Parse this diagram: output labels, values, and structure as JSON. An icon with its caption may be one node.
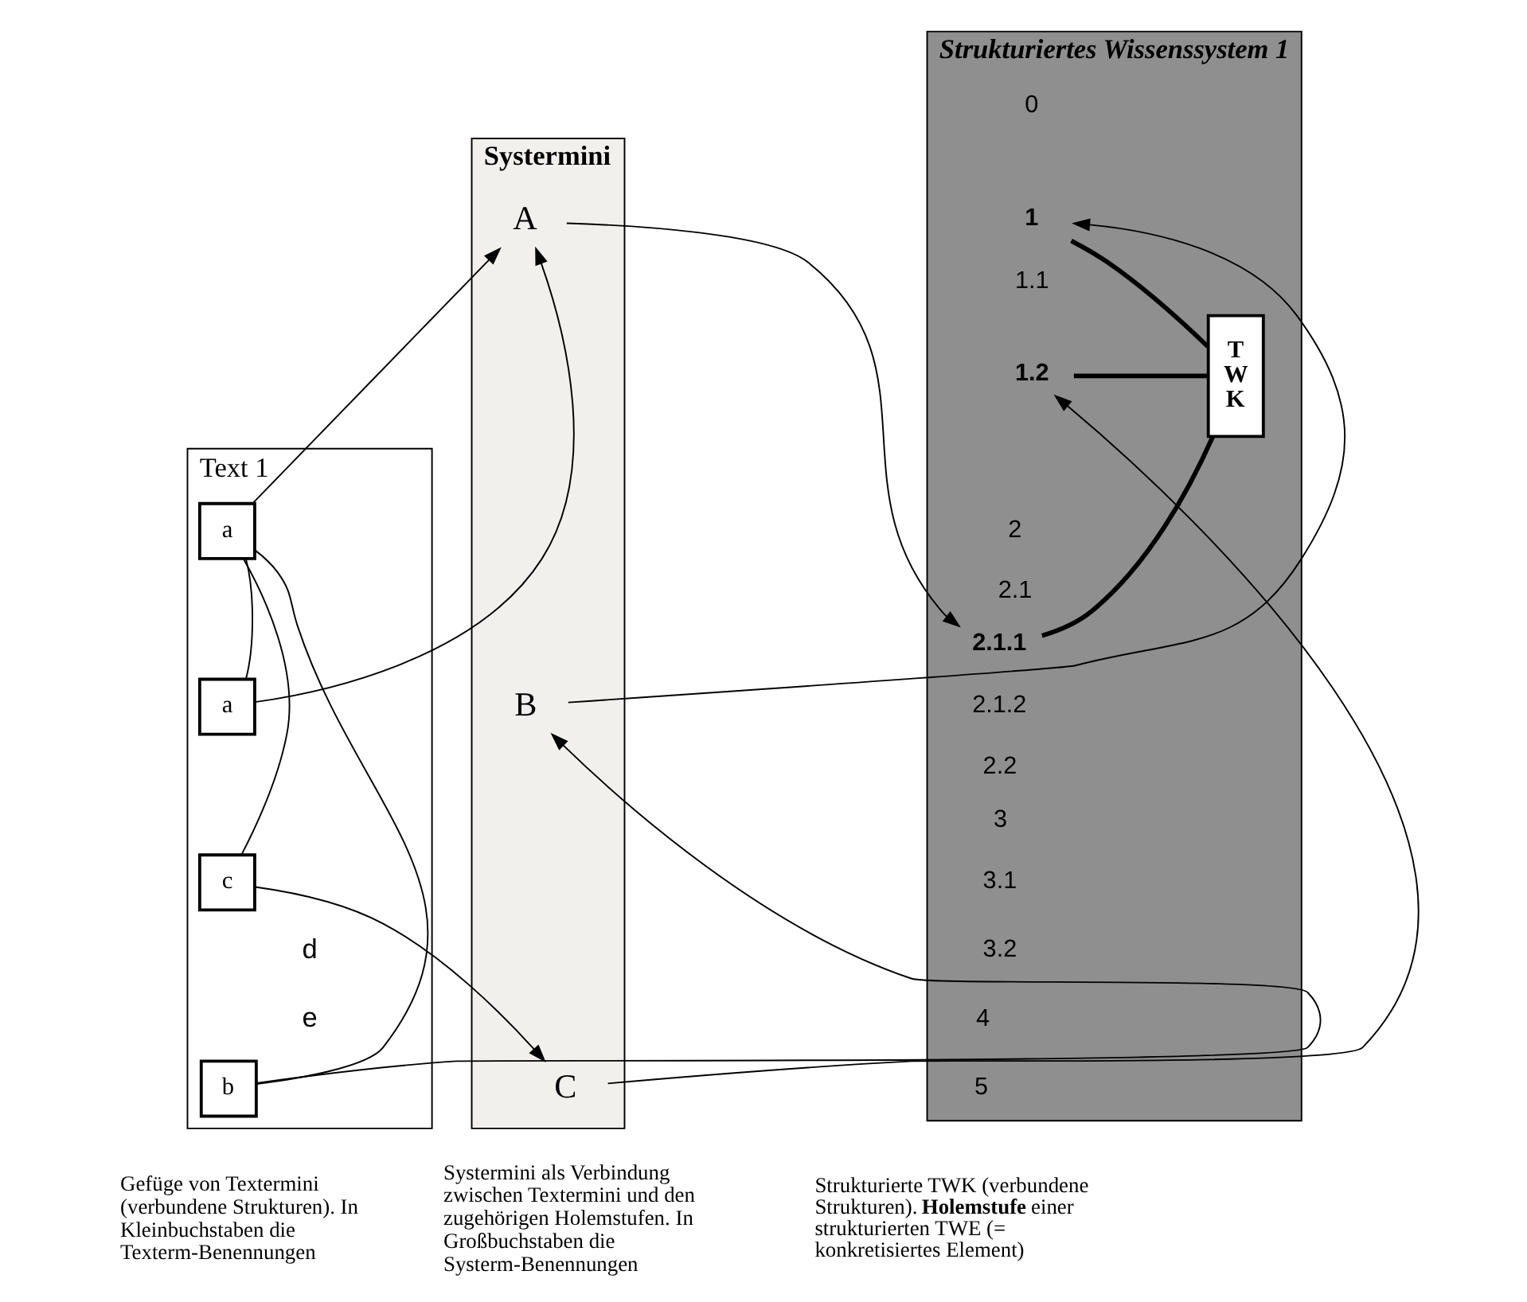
{
  "diagram": {
    "nodes": [
      {
        "text": [
          "Text 1"
        ]
      },
      {
        "text": [
          "a"
        ],
        "in": 0
      },
      {
        "text": [
          "a"
        ],
        "in": 0
      },
      {
        "text": [
          "c"
        ],
        "in": 0
      },
      {
        "text": [
          "b"
        ],
        "in": 0
      },
      {
        "text": [
          "Systermini"
        ]
      },
      {
        "text": [
          "A"
        ],
        "in": 5
      },
      {
        "text": [
          "B"
        ],
        "in": 5
      },
      {
        "text": [
          "C"
        ],
        "in": 5
      },
      {
        "text": [
          "Strukturiertes Wissenssystem 1"
        ]
      },
      {
        "text": [
          "0"
        ],
        "in": 9
      },
      {
        "text": [
          "1"
        ],
        "in": 9
      },
      {
        "text": [
          "1.1"
        ],
        "in": 9
      },
      {
        "text": [
          "1.2"
        ],
        "in": 9
      },
      {
        "text": [
          "2"
        ],
        "in": 9
      },
      {
        "text": [
          "2.1"
        ],
        "in": 9
      },
      {
        "text": [
          "2.1.1"
        ],
        "in": 9
      },
      {
        "text": [
          "2.1.2"
        ],
        "in": 9
      },
      {
        "text": [
          "2.2"
        ],
        "in": 9
      },
      {
        "text": [
          "3"
        ],
        "in": 9
      },
      {
        "text": [
          "3.1"
        ],
        "in": 9
      },
      {
        "text": [
          "3.2"
        ],
        "in": 9
      },
      {
        "text": [
          "4"
        ],
        "in": 9
      },
      {
        "text": [
          "5"
        ],
        "in": 9
      },
      {
        "text": [
          "T W K"
        ],
        "in": 9
      }
    ],
    "edges": [
      {
        "from": 1,
        "to": 2,
        "arrow": "none"
      },
      {
        "from": 1,
        "to": 3,
        "arrow": "none"
      },
      {
        "from": 1,
        "to": 4,
        "arrow": "none"
      },
      {
        "from": 1,
        "to": 6,
        "arrow": "to"
      },
      {
        "from": 2,
        "to": 6,
        "arrow": "to"
      },
      {
        "from": 3,
        "to": 8,
        "arrow": "to"
      },
      {
        "from": 4,
        "to": 7,
        "arrow": "to"
      },
      {
        "from": 6,
        "to": 16,
        "arrow": "to"
      },
      {
        "from": 7,
        "to": 11,
        "arrow": "to"
      },
      {
        "from": 8,
        "to": 13,
        "arrow": "to"
      },
      {
        "from": 11,
        "to": 24,
        "arrow": "none",
        "style": "thick"
      },
      {
        "from": 13,
        "to": 24,
        "arrow": "none",
        "style": "thick"
      },
      {
        "from": 16,
        "to": 24,
        "arrow": "none",
        "style": "thick"
      }
    ],
    "labels": [
      "d",
      "e",
      "Gefüge von Textermini (verbundene Strukturen). In Kleinbuchstaben die Texterm-Benennungen",
      "Systermini als Verbindung zwischen Textermini und den zugehörigen Holemstufen. In Großbuchstaben die Systerm-Benennungen",
      "Strukturierte TWK (verbundene Strukturen). **Holemstufe** einer strukturierten TWE (= konkretisiertes Element)"
    ]
  }
}
